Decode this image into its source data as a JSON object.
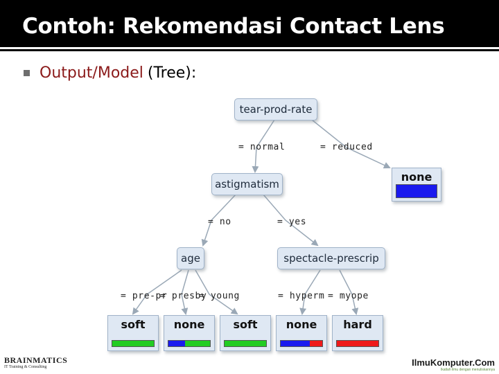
{
  "slide": {
    "title": "Contoh: Rekomendasi Contact Lens",
    "bullet_red": "Output/Model",
    "bullet_black": "(Tree):"
  },
  "colors": {
    "title_bg": "#000000",
    "accent_red": "#8b1a1a",
    "class_soft": "#22cc22",
    "class_none": "#1a1aee",
    "class_hard": "#ee1a1a",
    "node_fill": "#dfe8f3"
  },
  "tree": {
    "nodes": {
      "root": "tear-prod-rate",
      "astig": "astigmatism",
      "age": "age",
      "spect": "spectacle-prescrip"
    },
    "edges": {
      "normal": "= normal",
      "reduced": "= reduced",
      "no": "= no",
      "yes": "= yes",
      "prepr": "= pre-pr",
      "presby": "= presby",
      "young": "= young",
      "hyperm": "= hyperm",
      "myope": "= myope"
    },
    "leaves": [
      {
        "id": "leaf-reduced",
        "label": "none",
        "dist": {
          "none": 1.0
        }
      },
      {
        "id": "leaf-prepr",
        "label": "soft",
        "dist": {
          "soft": 1.0
        }
      },
      {
        "id": "leaf-presby",
        "label": "none",
        "dist": {
          "none": 0.4,
          "soft": 0.6
        }
      },
      {
        "id": "leaf-young",
        "label": "soft",
        "dist": {
          "soft": 1.0
        }
      },
      {
        "id": "leaf-hyperm",
        "label": "none",
        "dist": {
          "none": 0.7,
          "hard": 0.3
        }
      },
      {
        "id": "leaf-myope",
        "label": "hard",
        "dist": {
          "hard": 1.0
        }
      }
    ]
  },
  "footer": {
    "left_logo_main": "BRAINMATICS",
    "left_logo_sub": "IT Training & Consulting",
    "right_logo_main": "IlmuKomputer.Com",
    "right_logo_sub": "Ikatlah ilmu dengan menuliskannya"
  }
}
